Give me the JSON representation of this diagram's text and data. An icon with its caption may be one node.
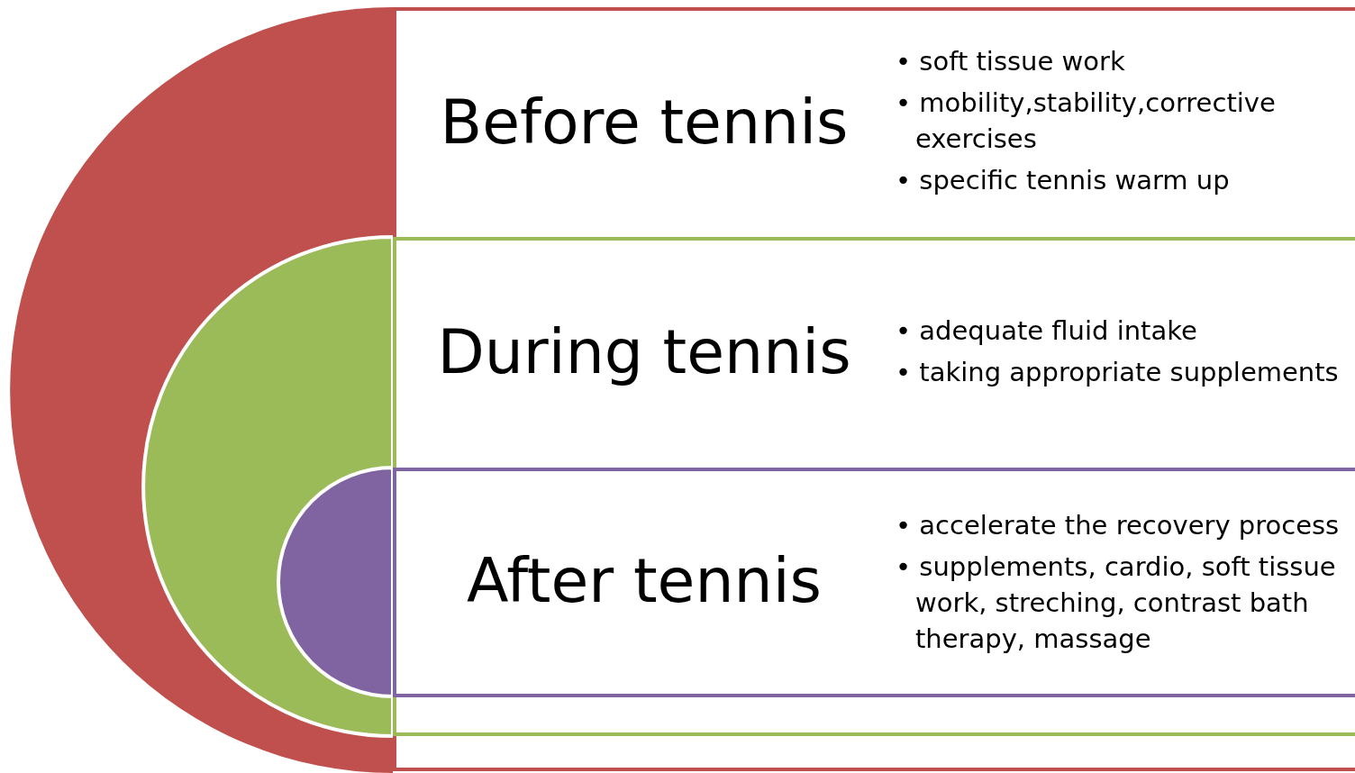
{
  "diagram": {
    "nodes": [
      {
        "text": [
          "Before tennis",
          "• soft tissue work",
          "• mobility,stability,corrective exercises",
          "• specific tennis warm up"
        ]
      },
      {
        "text": [
          "During tennis",
          "• adequate fluid intake",
          "• taking appropriate supplements"
        ],
        "in": 0
      },
      {
        "text": [
          "After tennis",
          "• accelerate the recovery process",
          "• supplements, cardio, soft tissue work, streching, contrast bath therapy, massage"
        ],
        "in": 1
      }
    ]
  }
}
